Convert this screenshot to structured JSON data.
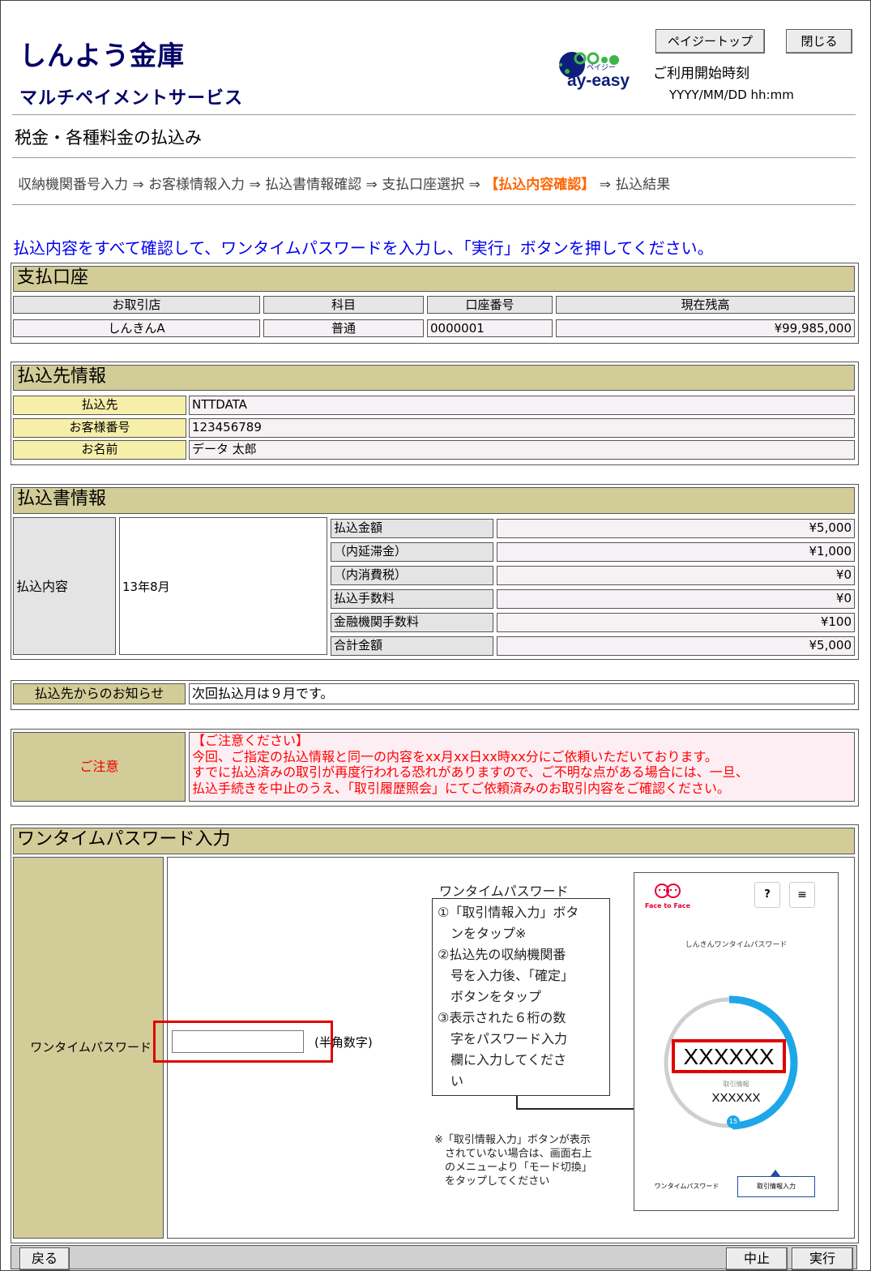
{
  "header": {
    "bank_name": "しんよう金庫",
    "service_name": "マルチペイメントサービス",
    "logo_text": "ay-easy",
    "logo_small": "ペイジー",
    "top_button": "ペイジートップ",
    "close_button": "閉じる",
    "start_time_label": "ご利用開始時刻",
    "start_time_value": "YYYY/MM/DD hh:mm"
  },
  "page_title": "税金・各種料金の払込み",
  "steps": {
    "s1": "収納機関番号入力",
    "s2": "お客様情報入力",
    "s3": "払込書情報確認",
    "s4": "支払口座選択",
    "s5": "【払込内容確認】",
    "s6": "払込結果",
    "arrow": "⇒"
  },
  "instruction": "払込内容をすべて確認して、ワンタイムパスワードを入力し、「実行」ボタンを押してください。",
  "account": {
    "title": "支払口座",
    "h_branch": "お取引店",
    "h_type": "科目",
    "h_number": "口座番号",
    "h_balance": "現在残高",
    "branch": "しんきんA",
    "type": "普通",
    "number": "0000001",
    "balance": "¥99,985,000"
  },
  "payee": {
    "title": "払込先情報",
    "l_payee": "払込先",
    "v_payee": "NTTDATA",
    "l_customer_no": "お客様番号",
    "v_customer_no": "123456789",
    "l_name": "お名前",
    "v_name": "データ 太郎"
  },
  "bill": {
    "title": "払込書情報",
    "content_label": "払込内容",
    "content_value": "13年8月",
    "rows": [
      {
        "label": "払込金額",
        "value": "¥5,000"
      },
      {
        "label": "（内延滞金）",
        "value": "¥1,000"
      },
      {
        "label": "（内消費税）",
        "value": "¥0"
      },
      {
        "label": "払込手数料",
        "value": "¥0"
      },
      {
        "label": "金融機関手数料",
        "value": "¥100"
      },
      {
        "label": "合計金額",
        "value": "¥5,000"
      }
    ]
  },
  "notice": {
    "label": "払込先からのお知らせ",
    "value": "次回払込月は９月です。"
  },
  "caution": {
    "label": "ご注意",
    "lines": [
      "【ご注意ください】",
      "今回、ご指定の払込情報と同一の内容をxx月xx日xx時xx分にご依頼いただいております。",
      "すでに払込済みの取引が再度行われる恐れがありますので、ご不明な点がある場合には、一旦、",
      "払込手続きを中止のうえ、「取引履歴照会」にてご依頼済みのお取引内容をご確認ください。"
    ]
  },
  "otp": {
    "title": "ワンタイムパスワード入力",
    "label": "ワンタイムパスワード",
    "input_value": "",
    "hint": "(半角数字)",
    "guide_title": "ワンタイムパスワード",
    "guide_lines": [
      "①「取引情報入力」ボタ",
      "　ンをタップ※",
      "②払込先の収納機関番",
      "　号を入力後、「確定」",
      "　ボタンをタップ",
      "③表示された６桁の数",
      "　字をパスワード入力",
      "　欄に入力してくださ",
      "　い"
    ],
    "footnote_lines": [
      "※「取引情報入力」ボタンが表示",
      "　されていない場合は、画面右上",
      "　のメニューより「モード切換」",
      "　をタップしてください"
    ],
    "phone": {
      "brand": "Face to Face",
      "help": "?",
      "menu": "≡",
      "app_title": "しんきんワンタイムパスワード",
      "code": "XXXXXX",
      "sub_label": "取引情報",
      "sub_code": "XXXXXX",
      "timer": "15",
      "tab_left": "ワンタイムパスワード",
      "tab_right": "取引情報入力"
    }
  },
  "footer": {
    "back": "戻る",
    "cancel": "中止",
    "execute": "実行"
  },
  "colors": {
    "section_header": "#d2cc98",
    "label_yellow": "#f6efaa",
    "brand_navy": "#000066",
    "instruction_blue": "#0000ee",
    "current_step": "#ff6600",
    "caution_red": "#ff0000",
    "highlight_red": "#e00000",
    "timer_blue": "#1ea7e8"
  }
}
